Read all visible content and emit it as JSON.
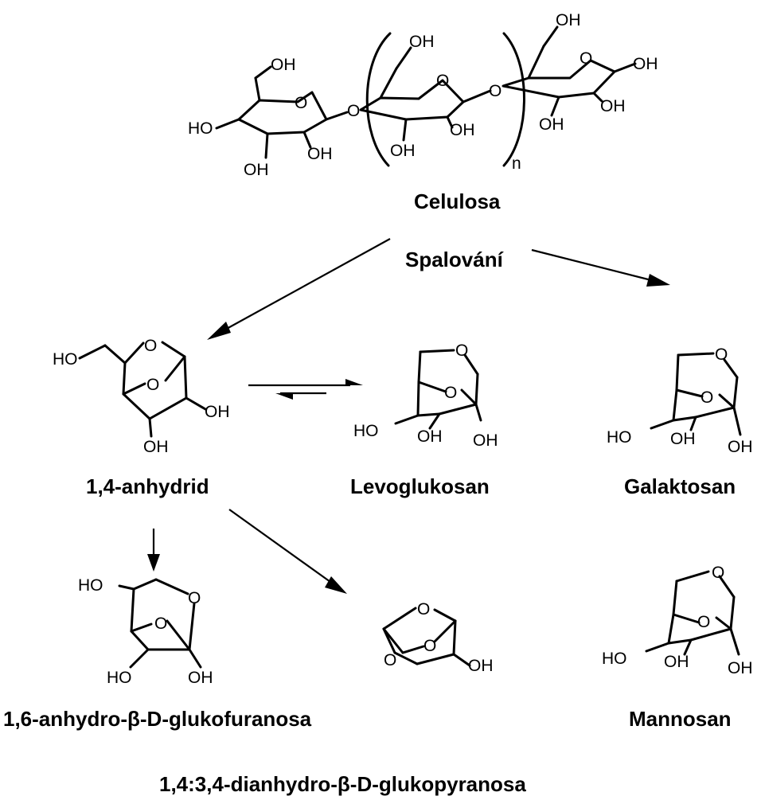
{
  "labels": {
    "celulosa": "Celulosa",
    "spalovani": "Spalování",
    "anhydrid": "1,4-anhydrid",
    "levoglukosan": "Levoglukosan",
    "galaktosan": "Galaktosan",
    "glukofuranosa": "1,6-anhydro-β-D-glukofuranosa",
    "mannosan": "Mannosan",
    "dianhydro": "1,4:3,4-dianhydro-β-D-glukopyranosa"
  },
  "atoms": {
    "oh": "OH",
    "ho": "HO",
    "o": "O",
    "n": "n"
  }
}
